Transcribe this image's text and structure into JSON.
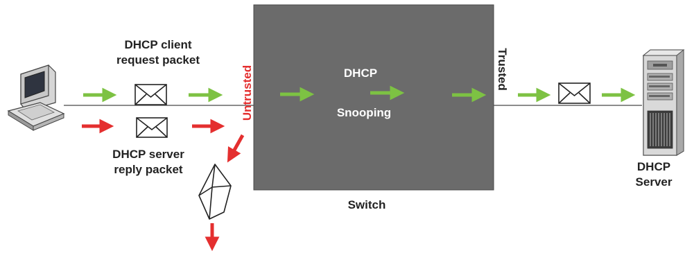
{
  "labels": {
    "client_request": "DHCP client\nrequest packet",
    "server_reply": "DHCP server\nreply packet",
    "untrusted": "Untrusted",
    "trusted": "Trusted",
    "dhcp": "DHCP",
    "snooping": "Snooping",
    "switch": "Switch",
    "dhcp_server": "DHCP\nServer"
  },
  "colors": {
    "allowed_arrow": "#7dc243",
    "blocked_arrow": "#e42f2f",
    "switch_fill": "#6b6b6b",
    "untrusted_text": "#e42f2f",
    "trusted_text": "#222222"
  },
  "icons": [
    "computer-icon",
    "envelope-icon",
    "server-icon",
    "dropped-envelope-icon"
  ]
}
